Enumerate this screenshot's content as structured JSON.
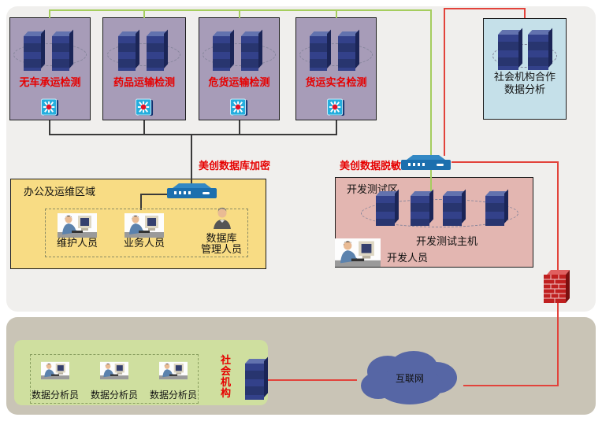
{
  "page": {
    "panel_color": "#f0efed",
    "band_color": "#c9c4b6"
  },
  "colors": {
    "red_line": "#e2433b",
    "green_line": "#a5cd5e",
    "black_line": "#3a3a3a",
    "label_red": "#e60000"
  },
  "detection_zones": [
    {
      "label": "无车承运检测"
    },
    {
      "label": "药品运输检测"
    },
    {
      "label": "危货运输检测"
    },
    {
      "label": "货运实名检测"
    }
  ],
  "social_analysis_box": {
    "line1": "社会机构合作",
    "line2": "数据分析"
  },
  "annotations": {
    "db_encrypt": "美创数据库加密",
    "data_masking": "美创数据脱敏"
  },
  "office_zone": {
    "title": "办公及运维区域",
    "maintainer": "维护人员",
    "business": "业务人员",
    "dba_line1": "数据库",
    "dba_line2": "管理人员"
  },
  "dev_zone": {
    "title": "开发测试区",
    "hosts_label": "开发测试主机",
    "developer": "开发人员"
  },
  "bottom_zone": {
    "analyst1": "数据分析员",
    "analyst2": "数据分析员",
    "analyst3": "数据分析员",
    "org": "社会机构",
    "internet": "互联网"
  }
}
